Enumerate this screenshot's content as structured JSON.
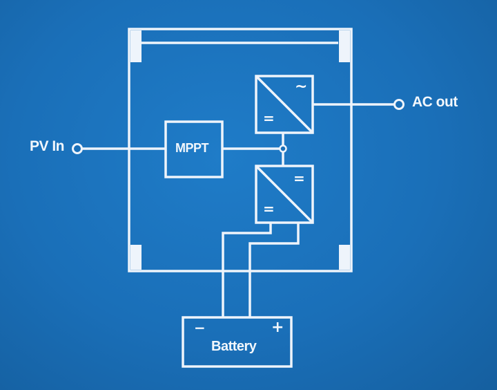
{
  "diagram": {
    "inputs": {
      "pv_in": "PV In"
    },
    "outputs": {
      "ac_out": "AC out"
    },
    "blocks": {
      "mppt": "MPPT",
      "battery": "Battery"
    },
    "symbols": {
      "ac": "~",
      "dc": "=",
      "minus": "−",
      "plus": "+"
    },
    "colors": {
      "background": "#1a6fb8",
      "line": "#eef4fb"
    }
  }
}
